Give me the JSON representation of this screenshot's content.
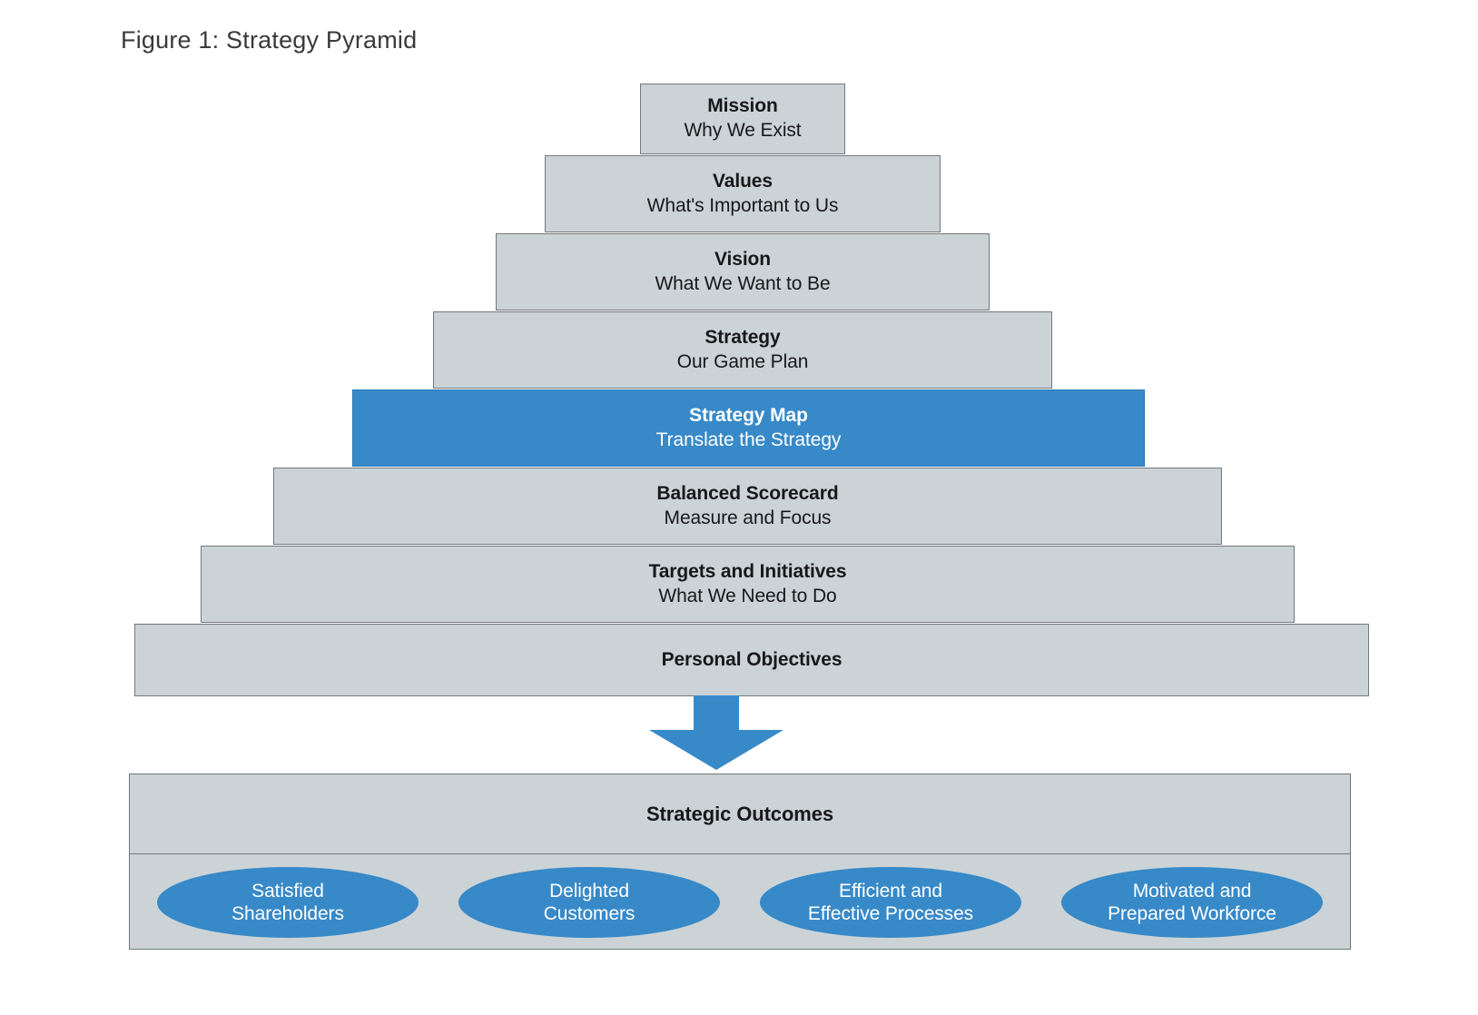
{
  "figure": {
    "title": "Figure 1: Strategy Pyramid"
  },
  "colors": {
    "tier_fill": "#ccd3d6",
    "tier_border": "#71797d",
    "accent_blue": "#3789c8",
    "text_dark": "#17181a",
    "text_light": "#ffffff",
    "background": "#ffffff",
    "title_text": "#3a3a3c"
  },
  "pyramid": {
    "tiers": [
      {
        "title": "Mission",
        "subtitle": "Why We Exist",
        "highlighted": false
      },
      {
        "title": "Values",
        "subtitle": "What's Important to Us",
        "highlighted": false
      },
      {
        "title": "Vision",
        "subtitle": "What We Want to Be",
        "highlighted": false
      },
      {
        "title": "Strategy",
        "subtitle": "Our Game Plan",
        "highlighted": false
      },
      {
        "title": "Strategy Map",
        "subtitle": "Translate the Strategy",
        "highlighted": true
      },
      {
        "title": "Balanced Scorecard",
        "subtitle": "Measure and Focus",
        "highlighted": false
      },
      {
        "title": "Targets and Initiatives",
        "subtitle": "What We Need to Do",
        "highlighted": false
      },
      {
        "title": "Personal Objectives",
        "subtitle": "",
        "highlighted": false
      }
    ]
  },
  "connector": {
    "icon": "down-arrow-icon",
    "color": "#3789c8"
  },
  "outcomes": {
    "header": "Strategic Outcomes",
    "items": [
      {
        "line1": "Satisfied",
        "line2": "Shareholders"
      },
      {
        "line1": "Delighted",
        "line2": "Customers"
      },
      {
        "line1": "Efficient and",
        "line2": "Effective Processes"
      },
      {
        "line1": "Motivated and",
        "line2": "Prepared Workforce"
      }
    ]
  }
}
